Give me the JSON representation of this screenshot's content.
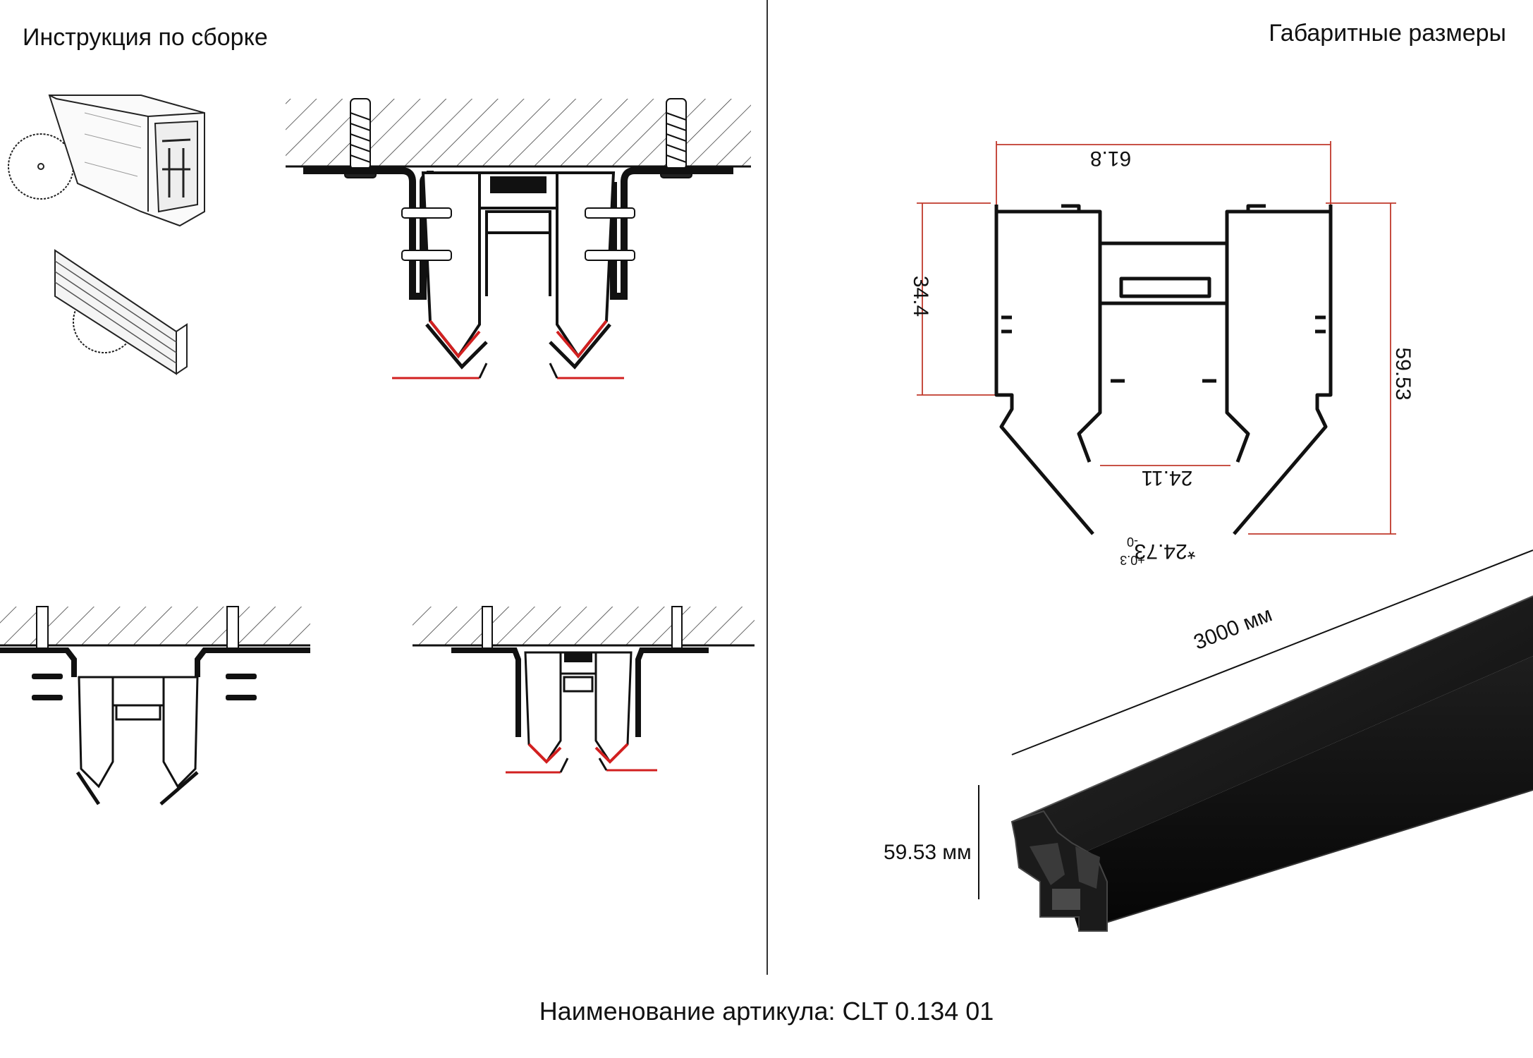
{
  "header": {
    "left_title": "Инструкция по сборке",
    "right_title": "Габаритные размеры"
  },
  "dimensions": {
    "width_top": "61.8",
    "height_inner": "34.4",
    "height_total": "59.53",
    "inner_opening": "24.11",
    "bottom_opening": "*24.73",
    "bottom_tolerance": "+0.3",
    "bottom_tolerance_low": "-0",
    "length_label": "3000 мм",
    "height_label": "59.53 мм"
  },
  "footer": {
    "article": "Наименование артикула: CLT 0.134 01"
  },
  "colors": {
    "dimension_red": "#c0392b",
    "profile_black": "#111111",
    "accent_red": "#d22020"
  }
}
